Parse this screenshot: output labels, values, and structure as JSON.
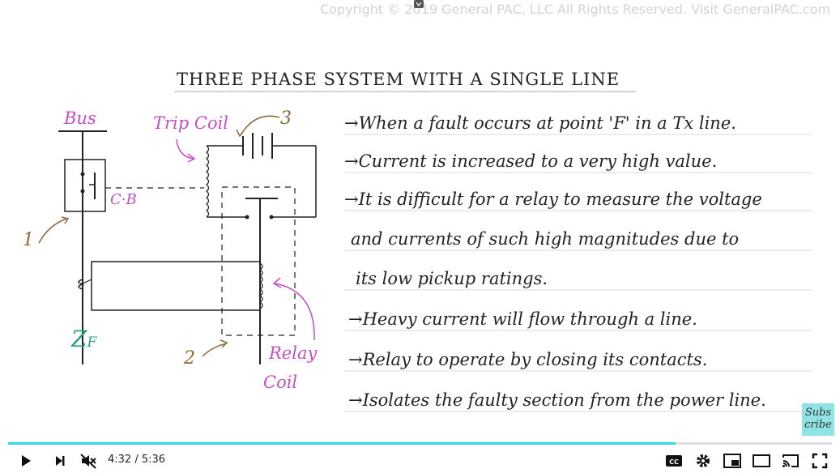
{
  "copyright": "Copyright © 2019 General PAC, LLC All Rights Reserved. Visit GeneralPAC.com",
  "title": "THREE PHASE SYSTEM WITH A SINGLE LINE",
  "diagram": {
    "labels": {
      "bus": "Bus",
      "trip_coil": "Trip Coil",
      "cb": "C·B",
      "num1": "1",
      "num2": "2",
      "num3": "3",
      "zf": "Z",
      "zf_sub": "F",
      "relay": "Relay",
      "coil": "Coil"
    }
  },
  "notes": [
    "→When a fault occurs at point 'F' in a Tx line.",
    "→Current is increased to a very high value.",
    "→It is difficult for a relay to measure the voltage",
    "and currents of such high magnitudes due to",
    "its low pickup ratings.",
    "→Heavy current will flow through a line.",
    "→Relay to operate by closing its contacts.",
    "→Isolates the faulty section from the power line."
  ],
  "subscribe": {
    "line1": "Subs",
    "line2": "cribe"
  },
  "player": {
    "time": "4:32 / 5:36",
    "progress": 0.81,
    "icons": {
      "play": "play-icon",
      "next": "next-icon",
      "mute": "muted-volume-icon",
      "cc": "captions-icon",
      "settings": "gear-icon",
      "miniplayer": "miniplayer-icon",
      "theater": "theater-mode-icon",
      "cast": "cast-icon",
      "fullscreen": "fullscreen-icon"
    },
    "colors": {
      "progress": "#2ed9e8",
      "icon": "#111111"
    }
  },
  "colors": {
    "ink": "#222222",
    "pink": "#c64ec6",
    "brown": "#8b6a3a",
    "teal": "#2aa47a",
    "rule": "#d8d8d8"
  }
}
